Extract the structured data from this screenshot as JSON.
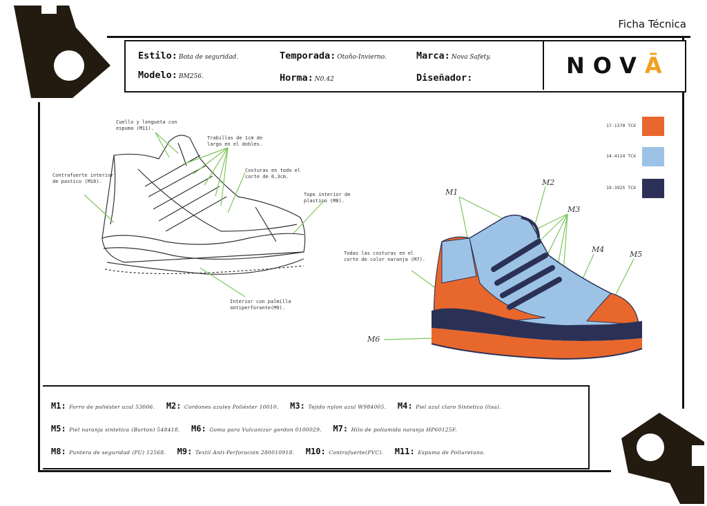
{
  "page_title": "Ficha Técnica",
  "header": {
    "estilo_label": "Estilo:",
    "estilo_value": "Bota de seguridad.",
    "temporada_label": "Temporada:",
    "temporada_value": "Otoño-Invierno.",
    "marca_label": "Marca:",
    "marca_value": "Nova Safety.",
    "modelo_label": "Modelo:",
    "modelo_value": "BM256.",
    "horma_label": "Horma:",
    "horma_value": "N0.42",
    "disenador_label": "Diseñador:",
    "brand_logo_main": "NOV",
    "brand_logo_accent": "Ā"
  },
  "sketch_notes": {
    "cuello": "Cuello y lengueta con espuma (M11).",
    "trabillas": "Trabillas de 1cm de largo en el dobles.",
    "costuras": "Costuras en todo el corte de 0,3cm.",
    "contrafuerte": "Contrafuerte interior de pastico (M10).",
    "tope": "Tope interior de plastico (M8).",
    "interior": "Interior con palmilla antiperforante(M9)."
  },
  "colored_notes": {
    "costuras_naranja": "Todas las costuras en el corte de color naranja (M7).",
    "m1": "M1",
    "m2": "M2",
    "m3": "M3",
    "m4": "M4",
    "m5": "M5",
    "m6": "M6"
  },
  "swatches": [
    {
      "code": "17-1370 TCX",
      "color": "#e8672c"
    },
    {
      "code": "14-4124 TCX",
      "color": "#9cc3e6"
    },
    {
      "code": "19-3925 TCX",
      "color": "#2b3156"
    }
  ],
  "legend": {
    "row1": [
      {
        "code": "M1:",
        "text": "Forro de poliéster azul 53006."
      },
      {
        "code": "M2:",
        "text": "Cordones azules Poliéster 10010."
      },
      {
        "code": "M3:",
        "text": "Tejido nylon azul W984005."
      },
      {
        "code": "M4:",
        "text": "Piel azul claro Sintetica (lisa)."
      }
    ],
    "row2": [
      {
        "code": "M5:",
        "text": "Piel naranja sintetica (Burton) 548418."
      },
      {
        "code": "M6:",
        "text": "Goma para Vulcanizar gordon 0100029."
      },
      {
        "code": "M7:",
        "text": "Hilo de poliamida naranja HP60125F."
      }
    ],
    "row3": [
      {
        "code": "M8:",
        "text": "Puntera de seguridad (PU) 12568."
      },
      {
        "code": "M9:",
        "text": "Textil Anti-Perforación 280010918."
      },
      {
        "code": "M10:",
        "text": "Contrafuerte(PVC)."
      },
      {
        "code": "M11:",
        "text": "Espuma de Poliuretano."
      }
    ]
  },
  "colors": {
    "orange": "#e8672c",
    "light_blue": "#9cc3e6",
    "navy": "#2b3156",
    "green_lines": "#7cc65a",
    "frame": "#111111"
  }
}
